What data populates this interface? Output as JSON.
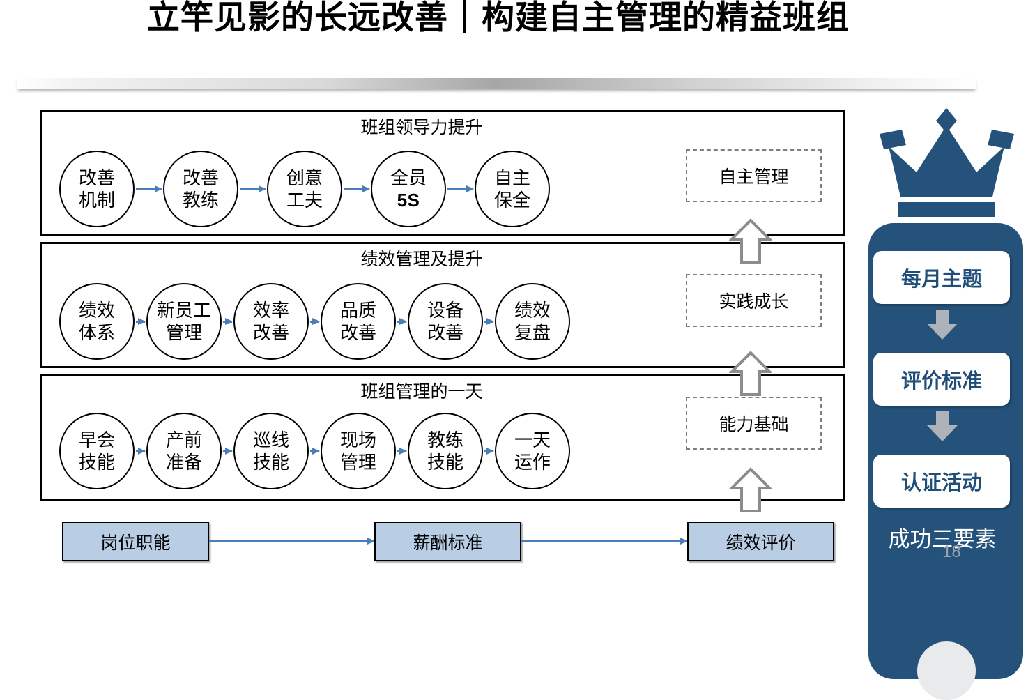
{
  "slide": {
    "title": "立竿见影的长远改善｜构建自主管理的精益班组",
    "page_number": "18"
  },
  "frames": [
    {
      "header": "班组领导力提升",
      "nodes": [
        {
          "line1": "改善",
          "line2": "机制",
          "bold2": false
        },
        {
          "line1": "改善",
          "line2": "教练",
          "bold2": false
        },
        {
          "line1": "创意",
          "line2": "工夫",
          "bold2": false
        },
        {
          "line1": "全员",
          "line2": "5S",
          "bold2": true
        },
        {
          "line1": "自主",
          "line2": "保全",
          "bold2": false
        }
      ],
      "outcome": "自主管理"
    },
    {
      "header": "绩效管理及提升",
      "nodes": [
        {
          "line1": "绩效",
          "line2": "体系",
          "bold2": false
        },
        {
          "line1": "新员工",
          "line2": "管理",
          "bold2": false
        },
        {
          "line1": "效率",
          "line2": "改善",
          "bold2": false
        },
        {
          "line1": "品质",
          "line2": "改善",
          "bold2": false
        },
        {
          "line1": "设备",
          "line2": "改善",
          "bold2": false
        },
        {
          "line1": "绩效",
          "line2": "复盘",
          "bold2": false
        }
      ],
      "outcome": "实践成长"
    },
    {
      "header": "班组管理的一天",
      "nodes": [
        {
          "line1": "早会",
          "line2": "技能",
          "bold2": false
        },
        {
          "line1": "产前",
          "line2": "准备",
          "bold2": false
        },
        {
          "line1": "巡线",
          "line2": "技能",
          "bold2": false
        },
        {
          "line1": "现场",
          "line2": "管理",
          "bold2": false
        },
        {
          "line1": "教练",
          "line2": "技能",
          "bold2": false
        },
        {
          "line1": "一天",
          "line2": "运作",
          "bold2": false
        }
      ],
      "outcome": "能力基础"
    }
  ],
  "bottom_flow": {
    "boxes": [
      "岗位职能",
      "薪酬标准",
      "绩效评价"
    ]
  },
  "right_panel": {
    "icon": "crown-icon",
    "steps": [
      "每月主题",
      "评价标准",
      "认证活动"
    ],
    "caption": "成功三要素"
  },
  "colors": {
    "brand_blue": "#24527a",
    "arrow_blue": "#4a7ebb",
    "box_fill": "#b9cde5",
    "dashed_gray": "#7f7f7f",
    "step_text": "#1f4e79"
  }
}
